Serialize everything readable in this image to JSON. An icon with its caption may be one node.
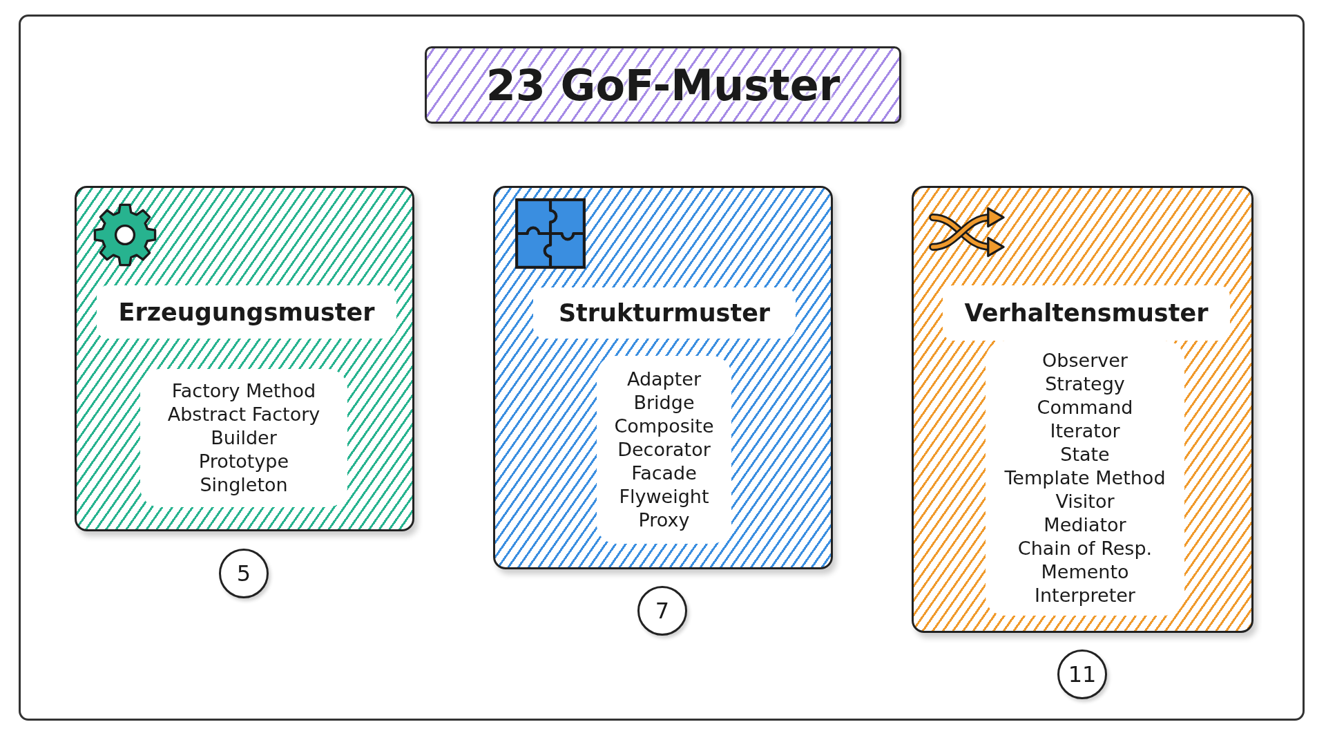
{
  "diagram": {
    "nodes": [
      {
        "text": [
          "23 GoF-Muster"
        ]
      },
      {
        "text": [],
        "shape": "box"
      },
      {
        "text": [
          "Erzeugungsmuster"
        ],
        "in": 1
      },
      {
        "text": [
          "Factory Method",
          "Abstract Factory",
          "Builder",
          "Prototype",
          "Singleton"
        ],
        "in": 1
      },
      {
        "text": [
          "5"
        ]
      },
      {
        "text": [],
        "shape": "box"
      },
      {
        "text": [
          "Strukturmuster"
        ],
        "in": 5
      },
      {
        "text": [
          "Adapter",
          "Bridge",
          "Composite",
          "Decorator",
          "Facade",
          "Flyweight",
          "Proxy"
        ],
        "in": 5
      },
      {
        "text": [
          "7"
        ]
      },
      {
        "text": [],
        "shape": "box"
      },
      {
        "text": [
          "Verhaltensmuster"
        ],
        "in": 9
      },
      {
        "text": [
          "Observer",
          "Strategy",
          "Command",
          "Iterator",
          "State",
          "Template Method",
          "Visitor",
          "Mediator",
          "Chain of Resp.",
          "Memento",
          "Interpreter"
        ],
        "in": 9
      },
      {
        "text": [
          "11"
        ]
      }
    ],
    "edges": []
  }
}
